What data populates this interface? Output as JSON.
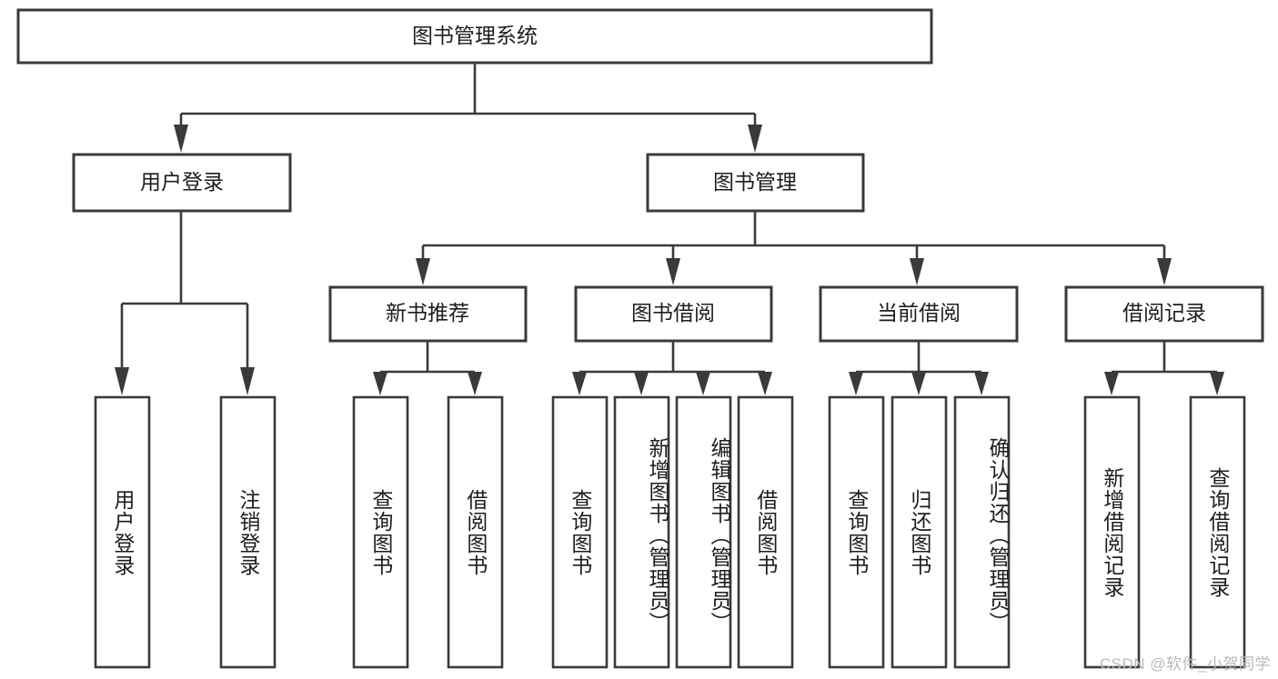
{
  "diagram": {
    "title": "图书管理系统",
    "type": "tree-hierarchy",
    "orientation": "top-down",
    "root": {
      "label": "图书管理系统"
    },
    "level2": [
      {
        "label": "用户登录"
      },
      {
        "label": "图书管理"
      }
    ],
    "level3": [
      {
        "label": "新书推荐",
        "parent": "图书管理"
      },
      {
        "label": "图书借阅",
        "parent": "图书管理"
      },
      {
        "label": "当前借阅",
        "parent": "图书管理"
      },
      {
        "label": "借阅记录",
        "parent": "图书管理"
      }
    ],
    "leaves": {
      "user_login": [
        {
          "label": "用户登录"
        },
        {
          "label": "注销登录"
        }
      ],
      "new_book_recommend": [
        {
          "label": "查询图书"
        },
        {
          "label": "借阅图书"
        }
      ],
      "book_borrow": [
        {
          "label": "查询图书"
        },
        {
          "label": "新增图书（管理员）"
        },
        {
          "label": "编辑图书（管理员）"
        },
        {
          "label": "借阅图书"
        }
      ],
      "current_borrow": [
        {
          "label": "查询图书"
        },
        {
          "label": "归还图书"
        },
        {
          "label": "确认归还（管理员）"
        }
      ],
      "borrow_record": [
        {
          "label": "新增借阅记录"
        },
        {
          "label": "查询借阅记录"
        }
      ]
    },
    "colors": {
      "box_stroke": "#3a3a3a",
      "box_fill": "#ffffff",
      "text": "#1d1d1d",
      "edge": "#3a3a3a",
      "watermark": "#b9b9b9",
      "background": "#ffffff"
    }
  },
  "watermark": {
    "text": "CSDN @软件_小贺同学"
  }
}
